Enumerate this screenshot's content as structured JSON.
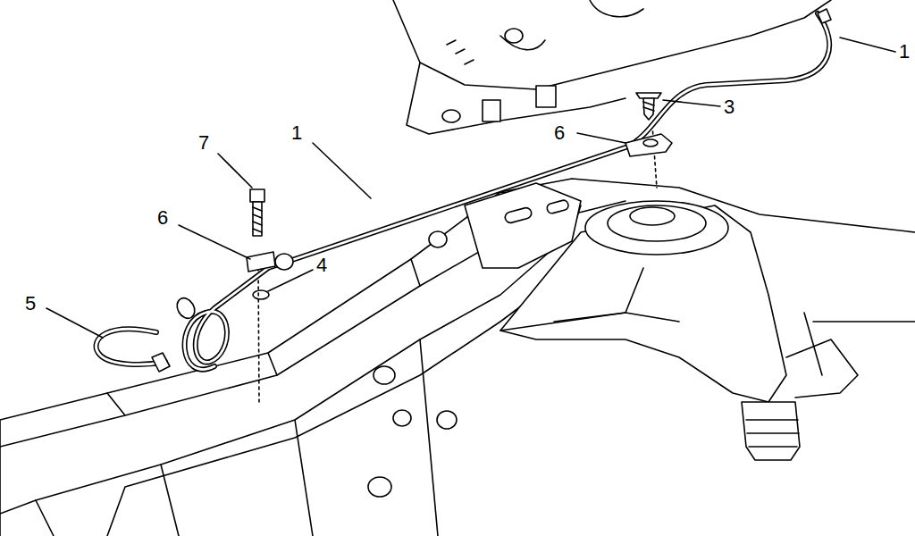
{
  "diagram": {
    "labels": [
      "1",
      "3",
      "6",
      "7",
      "1",
      "6",
      "4",
      "5"
    ]
  }
}
